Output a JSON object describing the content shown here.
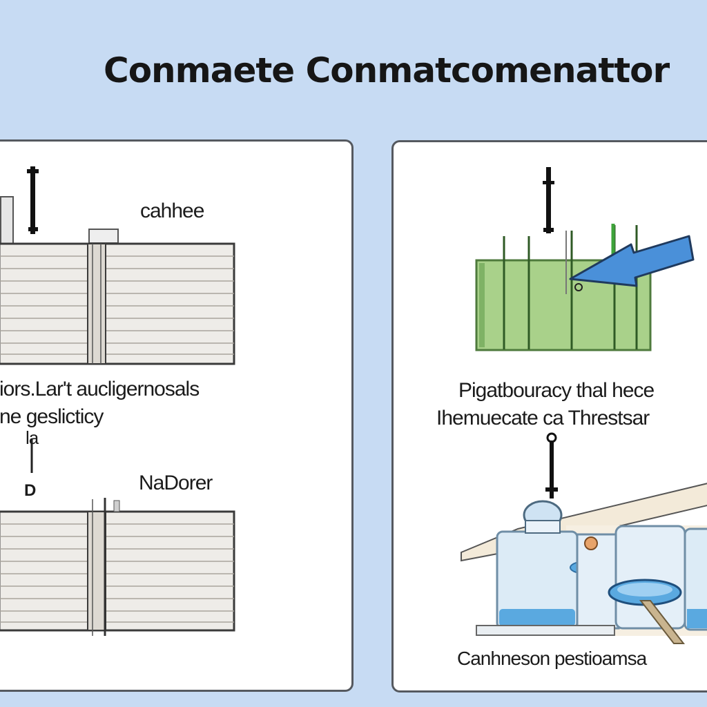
{
  "page": {
    "title": "Conmaete Conmatcomenattor",
    "background_color": "#c7dbf3"
  },
  "left_panel": {
    "top_label": "cahhee",
    "caption_line1": "iors.Lar't aucligernosals",
    "caption_line2": "ne geslicticy",
    "marker_small": "la",
    "marker_d": "D",
    "bottom_label": "NaDorer",
    "colors": {
      "slats": "#eeece8",
      "slat_lines": "#a8a49c",
      "frame": "#3a3a3a"
    }
  },
  "right_panel": {
    "caption_line1": "Pigatbouracy thal hece",
    "caption_line2": "Ihemuecate ca Threstsar",
    "bottom_caption": "Canhneson pestioamsa",
    "colors": {
      "tank_fill": "#a9d18a",
      "arrow_fill": "#4a90d9",
      "glass_fill": "#dcebf6",
      "water_fill": "#5aa9e0",
      "roof_fill": "#f3ead9"
    }
  }
}
